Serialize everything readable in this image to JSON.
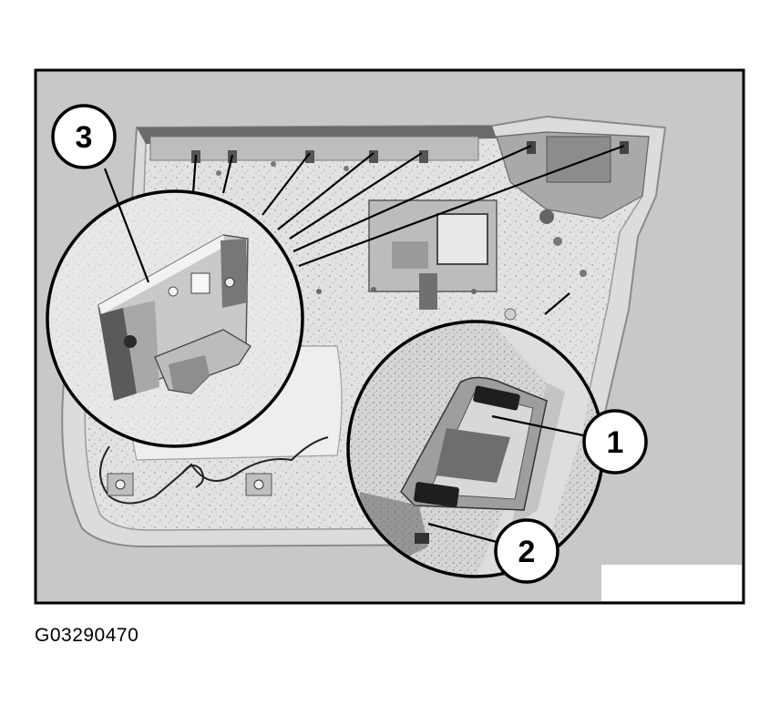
{
  "callouts": [
    {
      "label": "1"
    },
    {
      "label": "2"
    },
    {
      "label": "3"
    }
  ],
  "figure_id": "G03290470",
  "colors": {
    "frame_background": "#c8c8c8",
    "panel_light": "#e6e6e6",
    "panel_mid": "#b4b4b4",
    "panel_dark": "#5a5a5a",
    "outline": "#000000"
  }
}
